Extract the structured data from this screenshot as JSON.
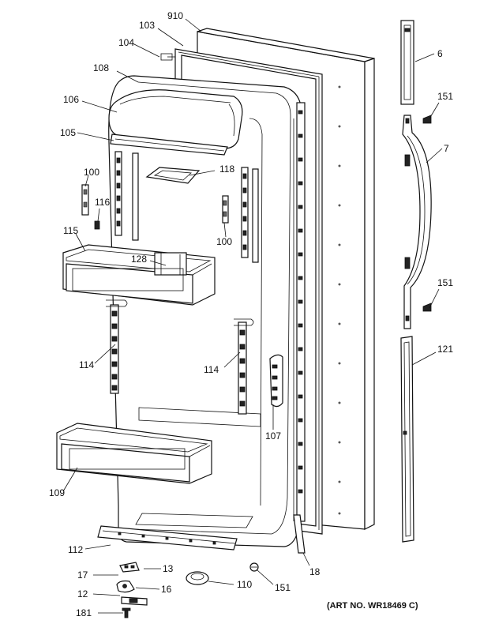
{
  "labels": {
    "p910": "910",
    "p103": "103",
    "p104": "104",
    "p108": "108",
    "p106": "106",
    "p105": "105",
    "p100a": "100",
    "p116": "116",
    "p118": "118",
    "p100b": "100",
    "p115": "115",
    "p128": "128",
    "p114a": "114",
    "p114b": "114",
    "p107": "107",
    "p109": "109",
    "p112": "112",
    "p17": "17",
    "p13": "13",
    "p12": "12",
    "p16": "16",
    "p181": "181",
    "p110": "110",
    "p151c": "151",
    "p18": "18",
    "p6": "6",
    "p151a": "151",
    "p7": "7",
    "p151b": "151",
    "p121": "121"
  },
  "art_number": "(ART NO. WR18469 C)"
}
